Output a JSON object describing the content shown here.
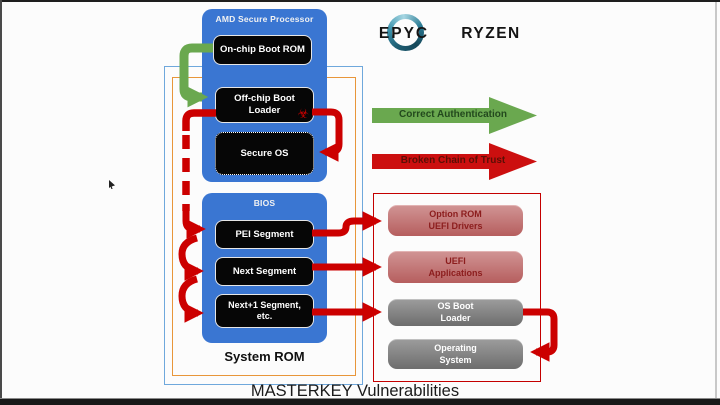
{
  "caption": "MASTERKEY Vulnerabilities",
  "logos": {
    "epyc": "EPYC",
    "ryzen": "RYZEN"
  },
  "secure_processor": {
    "title": "AMD Secure Processor",
    "on_chip": "On-chip Boot ROM",
    "off_chip": "Off-chip Boot\nLoader",
    "secure_os": "Secure OS"
  },
  "bios": {
    "title": "BIOS",
    "pei": "PEI Segment",
    "next": "Next Segment",
    "next1": "Next+1 Segment,\netc.",
    "system_rom": "System ROM"
  },
  "legend_arrows": {
    "correct": "Correct Authentication",
    "broken": "Broken Chain of Trust"
  },
  "right_panel": {
    "option_rom": "Option ROM\nUEFI Drivers",
    "uefi_apps": "UEFI\nApplications",
    "os_boot": "OS Boot\nLoader",
    "operating_system": "Operating\nSystem"
  },
  "icons": {
    "biohazard": "☣"
  },
  "colors": {
    "panel_blue": "#3a76d2",
    "outline_blue": "#6fa8dc",
    "outline_orange": "#e8963a",
    "arrow_red": "#cc0000",
    "arrow_green": "#6aa84f",
    "compromised_pink": "#c47878",
    "os_gray": "#7f7f7f"
  }
}
